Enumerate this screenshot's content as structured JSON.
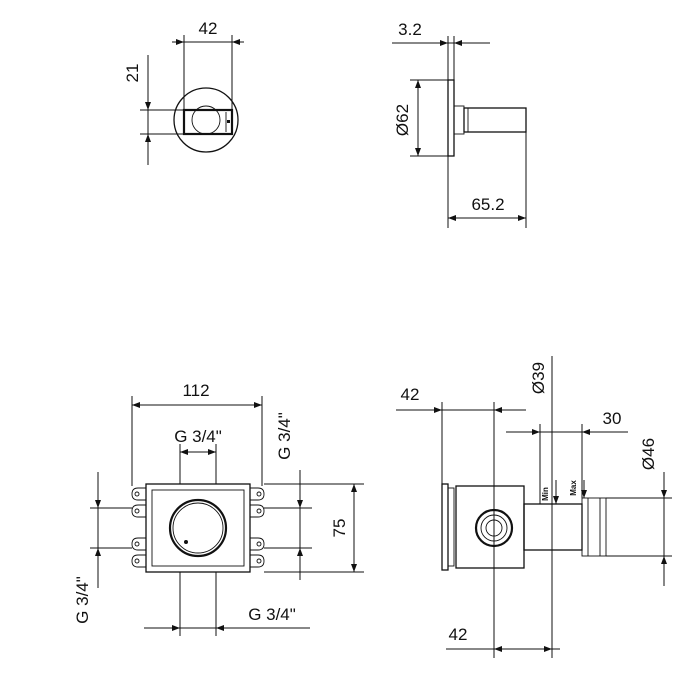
{
  "top_left_view": {
    "width_label": "42",
    "height_label": "21"
  },
  "top_right_view": {
    "thickness_label": "3.2",
    "diameter_label": "Ø62",
    "length_label": "65.2"
  },
  "bottom_left_view": {
    "width_label": "112",
    "top_port_label": "G 3/4\"",
    "right_port_label": "G 3/4\"",
    "height_label": "75",
    "left_port_label": "G 3/4\"",
    "bottom_port_label": "G 3/4\""
  },
  "bottom_right_view": {
    "left_offset_label": "42",
    "diameter_small_label": "Ø39",
    "adjust_label": "30",
    "diameter_large_label": "Ø46",
    "min_label": "Min",
    "max_label": "Max",
    "bottom_offset_label": "42"
  }
}
